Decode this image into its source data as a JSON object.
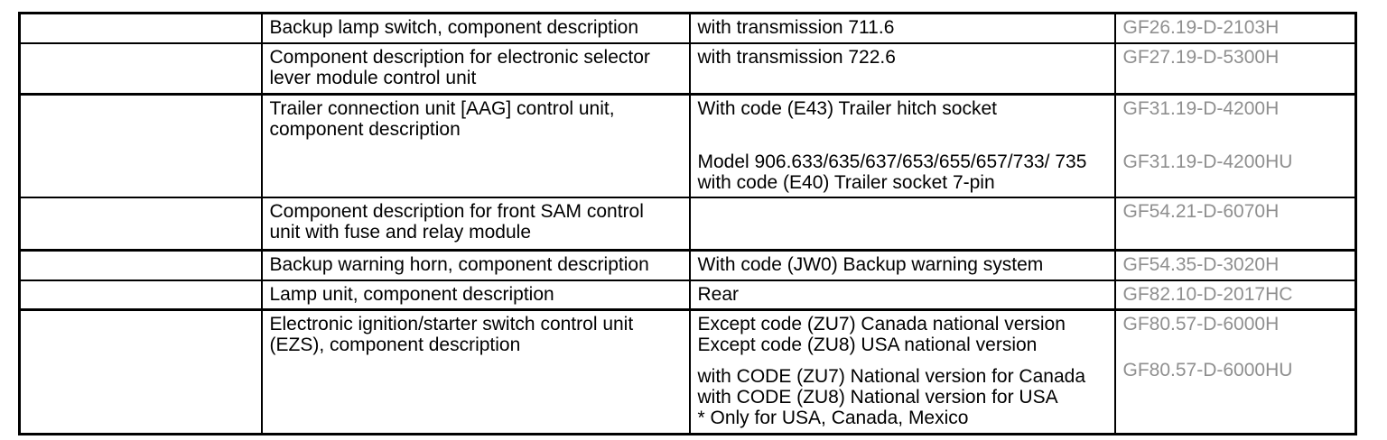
{
  "page": {
    "background": "#ffffff"
  },
  "table": {
    "border_color": "#000000",
    "text_color": "#000000",
    "code_link_color": "#8f8f8f",
    "columns": [
      "",
      "component_description",
      "condition",
      "document_code"
    ],
    "rows": [
      {
        "component": "Backup lamp switch, component description",
        "conditions": [
          {
            "text": "with transmission 711.6",
            "code": "GF26.19-D-2103H"
          }
        ]
      },
      {
        "component": "Component description for electronic selector\nlever module control unit",
        "conditions": [
          {
            "text": "with transmission 722.6",
            "code": "GF27.19-D-5300H"
          }
        ]
      },
      {
        "component": "Trailer connection unit [AAG] control unit,\ncomponent description",
        "conditions": [
          {
            "text": "With code (E43) Trailer hitch socket",
            "code": "GF31.19-D-4200H"
          },
          {
            "text": "Model 906.633/635/637/653/655/657/733/ 735\nwith code (E40) Trailer socket 7-pin",
            "code": "GF31.19-D-4200HU"
          }
        ]
      },
      {
        "component": "Component description for front SAM control\nunit with fuse and relay module",
        "conditions": [
          {
            "text": "",
            "code": "GF54.21-D-6070H"
          }
        ]
      },
      {
        "component": "Backup warning horn, component description",
        "conditions": [
          {
            "text": "With code (JW0) Backup warning system",
            "code": "GF54.35-D-3020H"
          }
        ]
      },
      {
        "component": "Lamp unit, component description",
        "conditions": [
          {
            "text": "Rear",
            "code": "GF82.10-D-2017HC"
          }
        ]
      },
      {
        "component": "Electronic ignition/starter switch control unit\n(EZS), component description",
        "conditions": [
          {
            "text": "Except code (ZU7) Canada national version\nExcept code (ZU8) USA national version",
            "code": "GF80.57-D-6000H"
          },
          {
            "text": "with CODE (ZU7) National version for Canada\nwith CODE (ZU8) National version for USA\n* Only for USA, Canada, Mexico",
            "code": "GF80.57-D-6000HU"
          }
        ]
      }
    ]
  }
}
